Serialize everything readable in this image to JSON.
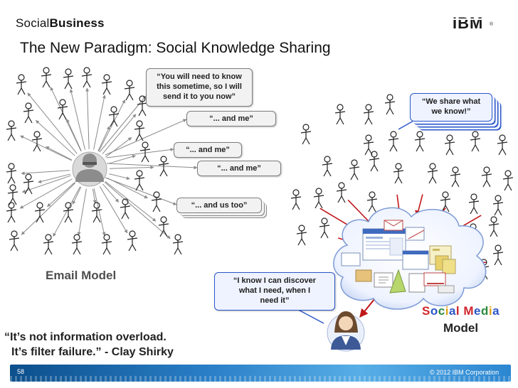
{
  "header": {
    "brand_prefix": "Social",
    "brand_suffix": "Business",
    "logo_text": "IBM",
    "logo_mark": "®"
  },
  "title": "The New Paradigm: Social Knowledge Sharing",
  "bubbles": {
    "need_sometime": [
      "“You will need to know",
      "this sometime, so I will",
      "send it to you now”"
    ],
    "and_me_1": "“... and me”",
    "and_me_2": "“... and me”",
    "and_me_3": "“... and me”",
    "and_us_too": "“... and us too”",
    "we_share": [
      "“We share what",
      "we know!”"
    ],
    "i_know": [
      "“I know I can discover",
      "what I need, when I",
      "need it”"
    ]
  },
  "labels": {
    "email_model": "Email Model",
    "social_media_letters": [
      {
        "ch": "S",
        "color": "#d0262b"
      },
      {
        "ch": "o",
        "color": "#2a56c6"
      },
      {
        "ch": "c",
        "color": "#2b8a3e"
      },
      {
        "ch": "i",
        "color": "#e0a21a"
      },
      {
        "ch": "a",
        "color": "#2a56c6"
      },
      {
        "ch": "l",
        "color": "#d0262b"
      },
      {
        "ch": " ",
        "color": "#000000"
      },
      {
        "ch": "M",
        "color": "#d0262b"
      },
      {
        "ch": "e",
        "color": "#2a56c6"
      },
      {
        "ch": "d",
        "color": "#2b8a3e"
      },
      {
        "ch": "i",
        "color": "#e0a21a"
      },
      {
        "ch": "a",
        "color": "#2a56c6"
      }
    ],
    "model": "Model"
  },
  "quote": {
    "line1": "“It’s not information overload.",
    "line2": "It’s filter failure.” - Clay Shirky"
  },
  "footer": {
    "page_number": "58",
    "copyright": "© 2012 IBM Corporation"
  },
  "colors": {
    "footer_dark": "#0c4f8c",
    "footer_light": "#58aee6",
    "arrow_red": "#c0171a",
    "arrow_blue": "#2b56c8",
    "email_gray": "#8a8a8a"
  }
}
